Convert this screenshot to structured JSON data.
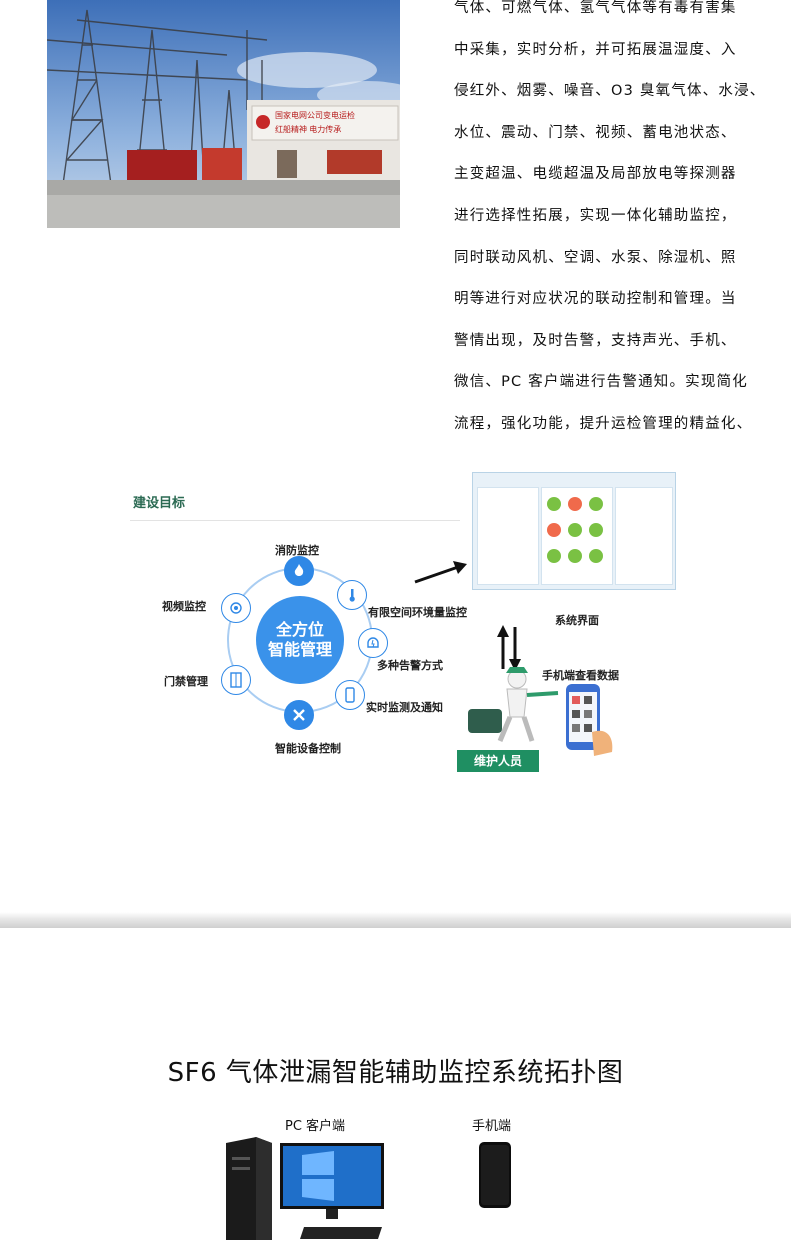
{
  "intro": {
    "lines": [
      "气体、可燃气体、氢气气体等有毒有害集",
      "中采集，实时分析，并可拓展温湿度、入",
      "侵红外、烟雾、噪音、O3 臭氧气体、水浸、",
      "水位、震动、门禁、视频、蓄电池状态、",
      "主变超温、电缆超温及局部放电等探测器",
      "进行选择性拓展，实现一体化辅助监控，",
      "同时联动风机、空调、水泵、除湿机、照",
      "明等进行对应状况的联动控制和管理。当",
      "警情出现，及时告警，支持声光、手机、",
      "微信、PC 客户端进行告警通知。实现简化",
      "流程，强化功能，提升运检管理的精益化、"
    ]
  },
  "photo": {
    "sign_line1": "国家电网公司变电运检",
    "sign_line2": "红船精神  电力传承"
  },
  "infographic": {
    "section_title": "建设目标",
    "center_line1": "全方位",
    "center_line2": "智能管理",
    "items": {
      "fire": "消防监控",
      "env": "有限空间环境量监控",
      "alarm": "多种告警方式",
      "realtime": "实时监测及通知",
      "device": "智能设备控制",
      "access": "门禁管理",
      "video": "视频监控"
    },
    "system_ui_label": "系统界面",
    "mobile_label": "手机端查看数据",
    "maintainer_label": "维护人员"
  },
  "topology": {
    "title": "SF6 气体泄漏智能辅助监控系统拓扑图",
    "pc_label": "PC 客户端",
    "mobile_label": "手机端"
  },
  "colors": {
    "accent_blue": "#2f88e6",
    "title_green": "#2b6a53",
    "maintainer_badge": "#1f8f62"
  }
}
